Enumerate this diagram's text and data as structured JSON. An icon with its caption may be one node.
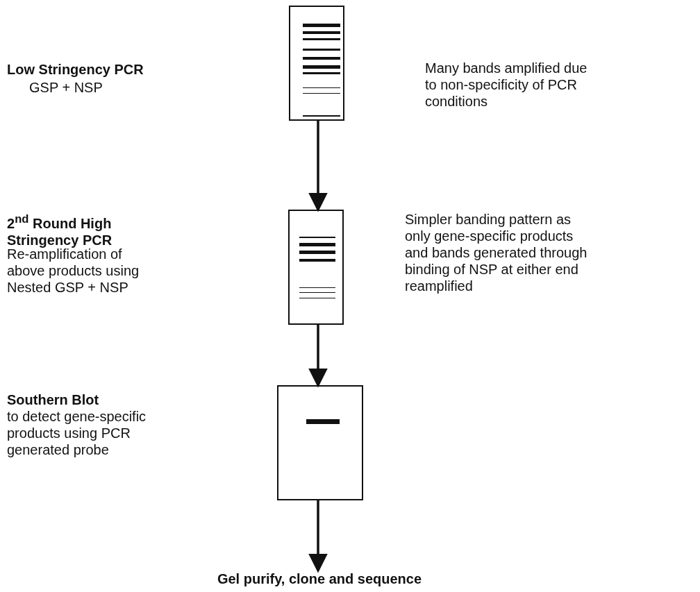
{
  "diagram": {
    "nodes": [
      {
        "text": [],
        "shape": "box",
        "beside": [
          "Low Stringency PCR",
          "GSP + NSP"
        ]
      },
      {
        "text": [],
        "shape": "box",
        "beside": [
          "2$^{nd}$ Round High Stringency PCR",
          "Re-amplification of above products using Nested GSP + NSP"
        ]
      },
      {
        "text": [],
        "shape": "box",
        "beside": [
          "Southern Blot",
          "to detect gene-specific products using PCR generated probe"
        ]
      },
      {
        "text": [
          "Gel purify, clone and sequence"
        ]
      }
    ],
    "edges": [
      {
        "from": 0,
        "to": 1,
        "arrow": "to"
      },
      {
        "from": 1,
        "to": 2,
        "arrow": "to"
      },
      {
        "from": 2,
        "to": 3,
        "arrow": "to"
      }
    ],
    "labels": [
      "Many bands amplified due to non-specificity of PCR conditions",
      "Simpler banding pattern as only gene-specific products and bands generated through binding of NSP at either end reamplified"
    ]
  }
}
